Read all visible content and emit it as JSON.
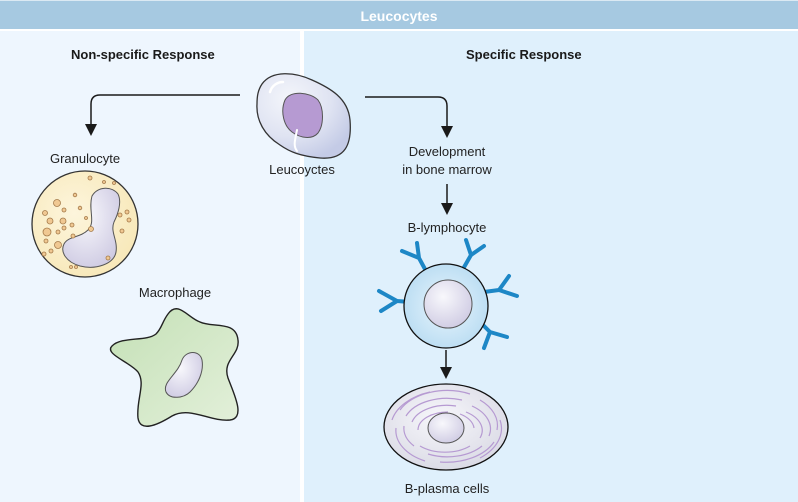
{
  "title": "Leucocytes",
  "sections": {
    "left": {
      "title": "Non-specific Response"
    },
    "right": {
      "title": "Specific Response"
    }
  },
  "cells": {
    "leucocyte": {
      "label": "Leucoyctes"
    },
    "granulocyte": {
      "label": "Granulocyte"
    },
    "macrophage": {
      "label": "Macrophage"
    },
    "development": {
      "label_line1": "Development",
      "label_line2": "in bone marrow"
    },
    "b_lymphocyte": {
      "label": "B-lymphocyte"
    },
    "b_plasma": {
      "label": "B-plasma cells"
    }
  },
  "colors": {
    "header": "#a6c9e1",
    "left_panel": "#eef6fe",
    "right_panel": "#dff0fc",
    "antibody": "#1d87c6",
    "nucleus_purple": "#b69ad2",
    "granule": "#f0c892",
    "macrophage_fill": "#cfe6c3"
  }
}
